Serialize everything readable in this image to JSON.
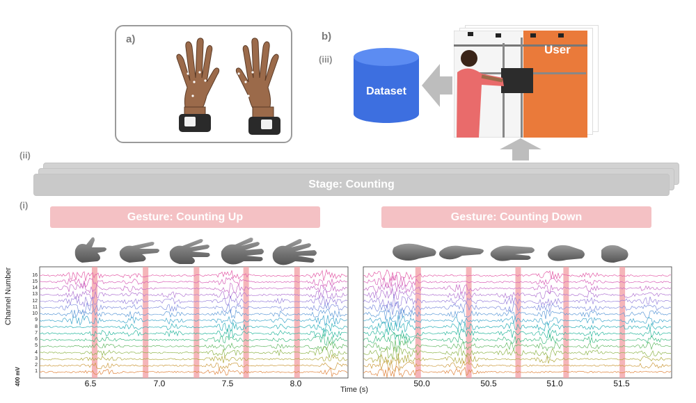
{
  "labels": {
    "panel_a": "a)",
    "panel_b": "b)",
    "roman_iii": "(iii)",
    "roman_ii": "(ii)",
    "roman_i": "(i)"
  },
  "dataset": {
    "label": "Dataset",
    "color": "#3d6fe0"
  },
  "user_panel": {
    "label": "User",
    "color": "#ea7a3a"
  },
  "stage": {
    "label": "Stage: Counting"
  },
  "gestures": [
    {
      "label": "Gesture: Counting Up"
    },
    {
      "label": "Gesture: Counting Down"
    }
  ],
  "colors": {
    "gesture_box": "#f4c1c4",
    "highlight": "#f3a3a8",
    "stage": "#c9c9c9",
    "arrow": "#bdbdbd"
  },
  "emg_left": {
    "ticks": [
      {
        "value": "6.5"
      },
      {
        "value": "7.0"
      },
      {
        "value": "7.5"
      },
      {
        "value": "8.0"
      }
    ],
    "highlights": [
      6.51,
      6.89,
      7.27,
      7.64,
      8.02
    ]
  },
  "emg_right": {
    "ticks": [
      {
        "value": "50.0"
      },
      {
        "value": "50.5"
      },
      {
        "value": "51.0"
      },
      {
        "value": "51.5"
      }
    ],
    "highlights": [
      50.0,
      50.37,
      50.73,
      51.08,
      51.49
    ]
  },
  "axis": {
    "ylabel": "Channel Number",
    "scale": "400 mV",
    "xlabel": "Time (s)",
    "channels": [
      "16",
      "15",
      "14",
      "13",
      "12",
      "11",
      "10",
      "9",
      "8",
      "7",
      "6",
      "5",
      "4",
      "3",
      "2",
      "1"
    ]
  }
}
